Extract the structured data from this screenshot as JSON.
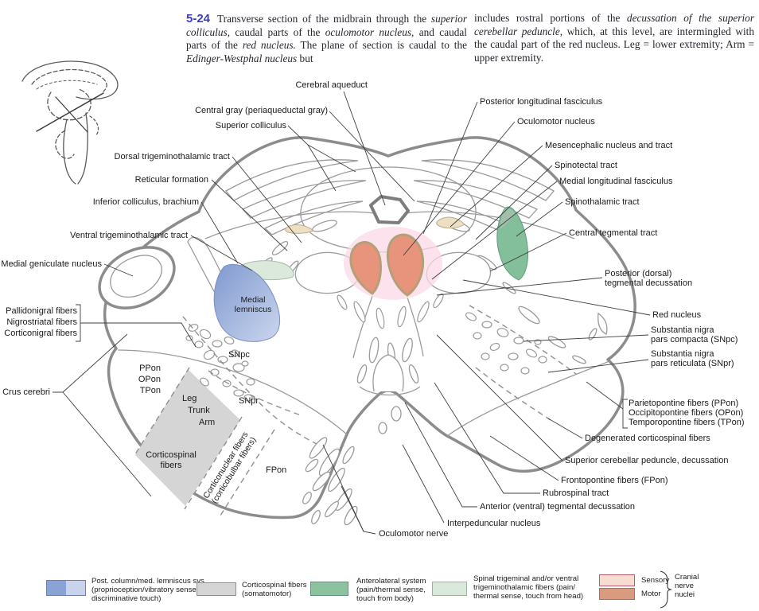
{
  "figure": {
    "number": "5-24"
  },
  "caption": {
    "left": [
      "Transverse section of the midbrain through the ",
      "superior colliculus,",
      " caudal parts of the ",
      "oculomotor nucleus,",
      " and caudal parts of the ",
      "red nucleus.",
      " The plane of section is caudal to the ",
      "Edinger-Westphal nucleus",
      " but"
    ],
    "right": [
      "includes rostral portions of the ",
      "decussation of the superior cerebellar peduncle,",
      " which, at this level, are intermingled with the caudal part of the red nucleus. Leg = lower extremity; Arm = upper extremity."
    ]
  },
  "labels": {
    "left": {
      "cerebral_aqueduct": "Cerebral aqueduct",
      "central_gray": "Central gray (periaqueductal gray)",
      "superior_colliculus": "Superior colliculus",
      "dorsal_trigeminothalamic_tract": "Dorsal trigeminothalamic tract",
      "reticular_formation": "Reticular formation",
      "inferior_colliculus_brachium": "Inferior colliculus, brachium",
      "ventral_trigeminothalamic_tract": "Ventral trigeminothalamic tract",
      "medial_geniculate_nucleus": "Medial geniculate nucleus",
      "nigral_fibers": "Pallidonigral fibers\nNigrostriatal fibers\nCorticonigral fibers",
      "crus_cerebri": "Crus cerebri"
    },
    "right": {
      "posterior_longitudinal_fasciculus": "Posterior longitudinal fasciculus",
      "oculomotor_nucleus": "Oculomotor nucleus",
      "mesencephalic_nucleus_and_tract": "Mesencephalic nucleus and tract",
      "spinotectal_tract": "Spinotectal tract",
      "medial_longitudinal_fasciculus": "Medial longitudinal fasciculus",
      "spinothalamic_tract": "Spinothalamic tract",
      "central_tegmental_tract": "Central tegmental tract",
      "posterior_tegmental_decussation": "Posterior (dorsal)\ntegmental decussation",
      "red_nucleus": "Red nucleus",
      "substantia_nigra_compacta": "Substantia nigra\npars compacta (SNpc)",
      "substantia_nigra_reticulata": "Substantia nigra\npars reticulata (SNpr)",
      "pontine_fibers": "Parietopontine fibers (PPon)\nOccipitopontine fibers (OPon)\nTemporopontine fibers (TPon)",
      "degenerated_corticospinal_fibers": "Degenerated corticospinal fibers",
      "scp_decussation": "Superior cerebellar peduncle, decussation",
      "frontopontine_fibers": "Frontopontine fibers (FPon)",
      "rubrospinal_tract": "Rubrospinal tract",
      "anterior_tegmental_decussation": "Anterior (ventral) tegmental decussation",
      "interpeduncular_nucleus": "Interpeduncular nucleus",
      "oculomotor_nerve": "Oculomotor nerve"
    },
    "internal": {
      "medial_lemniscus": "Medial\nlemniscus",
      "snpc": "SNpc",
      "snpr": "SNpr",
      "ppon_stack": "PPon\nOPon\nTPon",
      "leg": "Leg",
      "trunk": "Trunk",
      "arm": "Arm",
      "corticospinal_fibers": "Corticospinal\nfibers",
      "corticonuclear_fibers": "Corticonuclear fibers\n(corticobulbar fibers)",
      "fpon": "FPon"
    }
  },
  "legend": {
    "items": [
      {
        "label": "Post. column/med. lemniscus sys.\n(proprioception/vibratory sense,\ndiscriminative touch)",
        "color": "#8ba2d4",
        "color2": "#c9d3ec",
        "border": "#6d7fae"
      },
      {
        "label": "Corticospinal fibers\n(somatomotor)",
        "color": "#d5d5d5",
        "border": "#8f8f8f"
      },
      {
        "label": "Anterolateral system\n(pain/thermal sense,\ntouch from body)",
        "color": "#8cc2a0",
        "border": "#5f9579"
      },
      {
        "label": "Spinal trigeminal and/or ventral\ntrigeminothalamic fibers (pain/\nthermal sense, touch from head)",
        "color": "#dbe9dd",
        "border": "#9db3a0"
      },
      {
        "sensory_label": "Sensory",
        "motor_label": "Motor",
        "sensory_color": "#f6ddd0",
        "sensory_border": "#bb5a6e",
        "motor_color": "#d89b7e",
        "motor_border": "#8f7f55",
        "group_label": "Cranial\nnerve\nnuclei"
      }
    ]
  },
  "colors": {
    "figure_number": "#3c3cc2",
    "outline_gray": "#8c8c8c",
    "medial_lemniscus_dark": "#7f99cf",
    "medial_lemniscus_light": "#ccd6ee",
    "anterolateral_green": "#83bf9b",
    "trigeminal_pale_green": "#dbe8dc",
    "corticospinal_gray": "#d5d5d5",
    "motor_salmon": "#e8947c",
    "motor_border_tan": "#b3a078",
    "sensory_halo_pink": "#f9d8e6",
    "mesencephalic_tan": "#ecdfc4"
  }
}
